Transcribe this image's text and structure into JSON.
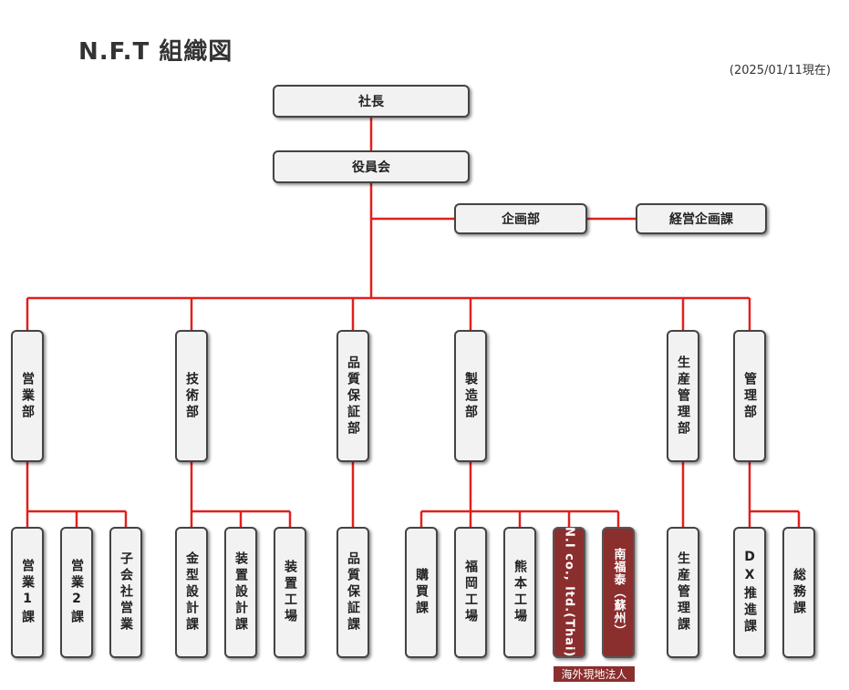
{
  "header": {
    "title": "N.F.T 組織図",
    "as_of": "(2025/01/11現在)"
  },
  "nodes": {
    "president": "社長",
    "board": "役員会",
    "planning_dept": "企画部",
    "mgmt_planning": "経営企画課",
    "sales_dept": "営業部",
    "tech_dept": "技術部",
    "qa_dept": "品質保証部",
    "mfg_dept": "製造部",
    "prod_ctrl_dept": "生産管理部",
    "admin_dept": "管理部",
    "sales1": "営業1課",
    "sales2": "営業2課",
    "subsidiary_sales": "子会社営業",
    "mold_design": "金型設計課",
    "equip_design": "装置設計課",
    "equip_factory": "装置工場",
    "qa_section": "品質保証課",
    "purchasing": "購買課",
    "fukuoka_factory": "福岡工場",
    "kumamoto_factory": "熊本工場",
    "ni_thai": "N.I co., ltd.(Thai)",
    "nanfukutai": "南福泰（蘇州）",
    "prod_ctrl_section": "生産管理課",
    "dx_promo": "DX推進課",
    "general_affairs": "総務課"
  },
  "legend": {
    "overseas_label": "海外現地法人"
  },
  "colors": {
    "connector": "#e0201e",
    "overseas": "#8b2e2e",
    "box_fill": "#f2f2f2",
    "box_border": "#444444"
  }
}
